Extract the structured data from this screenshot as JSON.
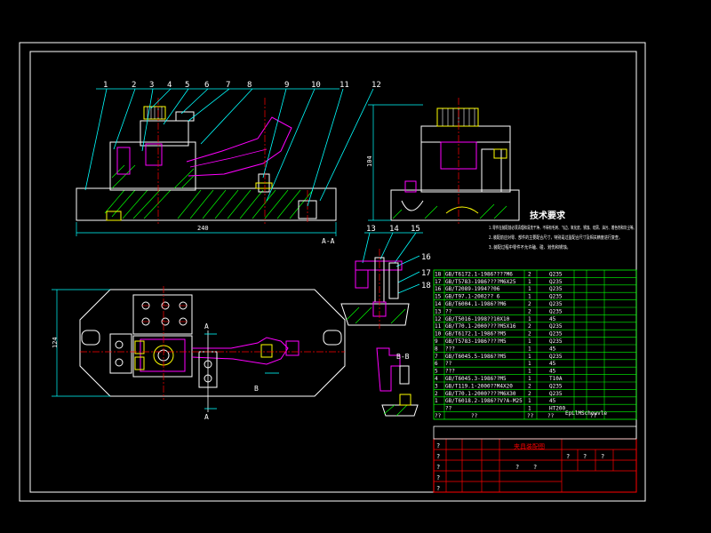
{
  "colors": {
    "background": "#000000",
    "frame": "#ffffff",
    "leader": "#00ffff",
    "outline": "#ffffff",
    "hatch": "#00ff00",
    "center_line": "#ff0000",
    "hidden": "#ff00ff",
    "dimension": "#00ffff",
    "table": "#00ff00",
    "text": "#ffffff",
    "title_red": "#ff0000",
    "knurl": "#ffff00"
  },
  "balloons_main": [
    "1",
    "2",
    "3",
    "4",
    "5",
    "6",
    "7",
    "8",
    "9",
    "10",
    "11",
    "12"
  ],
  "balloons_detail": [
    "13",
    "14",
    "15",
    "16",
    "17",
    "18"
  ],
  "dimensions": {
    "front_width": "240",
    "side_height": "104",
    "plan_height": "124"
  },
  "section_labels": {
    "aa": "A-A",
    "bb": "B-B",
    "a_top": "A",
    "a_bottom": "A",
    "b_mark": "B"
  },
  "tech_requirements": {
    "title": "技术要求",
    "lines": [
      "1.零件在装配前必须清理和清洗干净，不得有毛刺、飞边、氧化皮、锈蚀、切屑、油污、着色剂和灰尘等。",
      "2.装配前应对零、部件的主要配合尺寸，特别是过盈配合尺寸及相关精度进行复查。",
      "3.装配过程中零件不允许磕、碰、划伤和锈蚀。"
    ]
  },
  "bom": {
    "rows": [
      {
        "no": "18",
        "code": "GB/T6172.1-1986??",
        "name": "??M6",
        "qty": "2",
        "mat": "Q235"
      },
      {
        "no": "17",
        "code": "GB/T5783-1986",
        "name": "????M6X25",
        "qty": "1",
        "mat": "Q235"
      },
      {
        "no": "16",
        "code": "GB/T2089-1994",
        "name": "??06",
        "qty": "1",
        "mat": "Q235"
      },
      {
        "no": "15",
        "code": "GB/T97.1-2002",
        "name": "?? 6",
        "qty": "1",
        "mat": "Q235"
      },
      {
        "no": "14",
        "code": "GB/T6004.1-1986",
        "name": "??M6",
        "qty": "2",
        "mat": "Q235"
      },
      {
        "no": "13",
        "code": "",
        "name": "??",
        "qty": "2",
        "mat": "Q235"
      },
      {
        "no": "12",
        "code": "GB/T5016-1998",
        "name": "??10X10",
        "qty": "1",
        "mat": "45"
      },
      {
        "no": "11",
        "code": "GB/T70.1-2000",
        "name": "????M5X16",
        "qty": "2",
        "mat": "Q235"
      },
      {
        "no": "10",
        "code": "GB/T6172.1-1986",
        "name": "??M5",
        "qty": "2",
        "mat": "Q235"
      },
      {
        "no": "9",
        "code": "GB/T5783-1986",
        "name": "????M5",
        "qty": "1",
        "mat": "Q235"
      },
      {
        "no": "8",
        "code": "",
        "name": "???",
        "qty": "1",
        "mat": "45"
      },
      {
        "no": "7",
        "code": "GB/T6045.5-1986",
        "name": "??M5",
        "qty": "1",
        "mat": "Q235"
      },
      {
        "no": "6",
        "code": "",
        "name": "??",
        "qty": "1",
        "mat": "45"
      },
      {
        "no": "5",
        "code": "",
        "name": "???",
        "qty": "1",
        "mat": "45"
      },
      {
        "no": "4",
        "code": "GB/T6045.3-1986",
        "name": "??M5",
        "qty": "1",
        "mat": "T10A"
      },
      {
        "no": "3",
        "code": "GB/T119.1-2000",
        "name": "??M4X20",
        "qty": "2",
        "mat": "Q235"
      },
      {
        "no": "2",
        "code": "GB/T70.1-2000",
        "name": "????M6X30",
        "qty": "2",
        "mat": "Q235"
      },
      {
        "no": "1",
        "code": "GB/T6018.2-1986",
        "name": "??V?A-M25",
        "qty": "1",
        "mat": "45"
      },
      {
        "no": "",
        "code": "",
        "name": "??",
        "qty": "1",
        "mat": "HT200"
      }
    ],
    "header": [
      "??",
      "??",
      "??",
      "??",
      "??"
    ]
  },
  "title_block": {
    "drawing_name": "夹具装配图",
    "company": "EpLlMSchowvle",
    "marks": [
      "?",
      "?",
      "?",
      "?",
      "?",
      "?",
      "?",
      "?",
      "?",
      "?"
    ]
  }
}
